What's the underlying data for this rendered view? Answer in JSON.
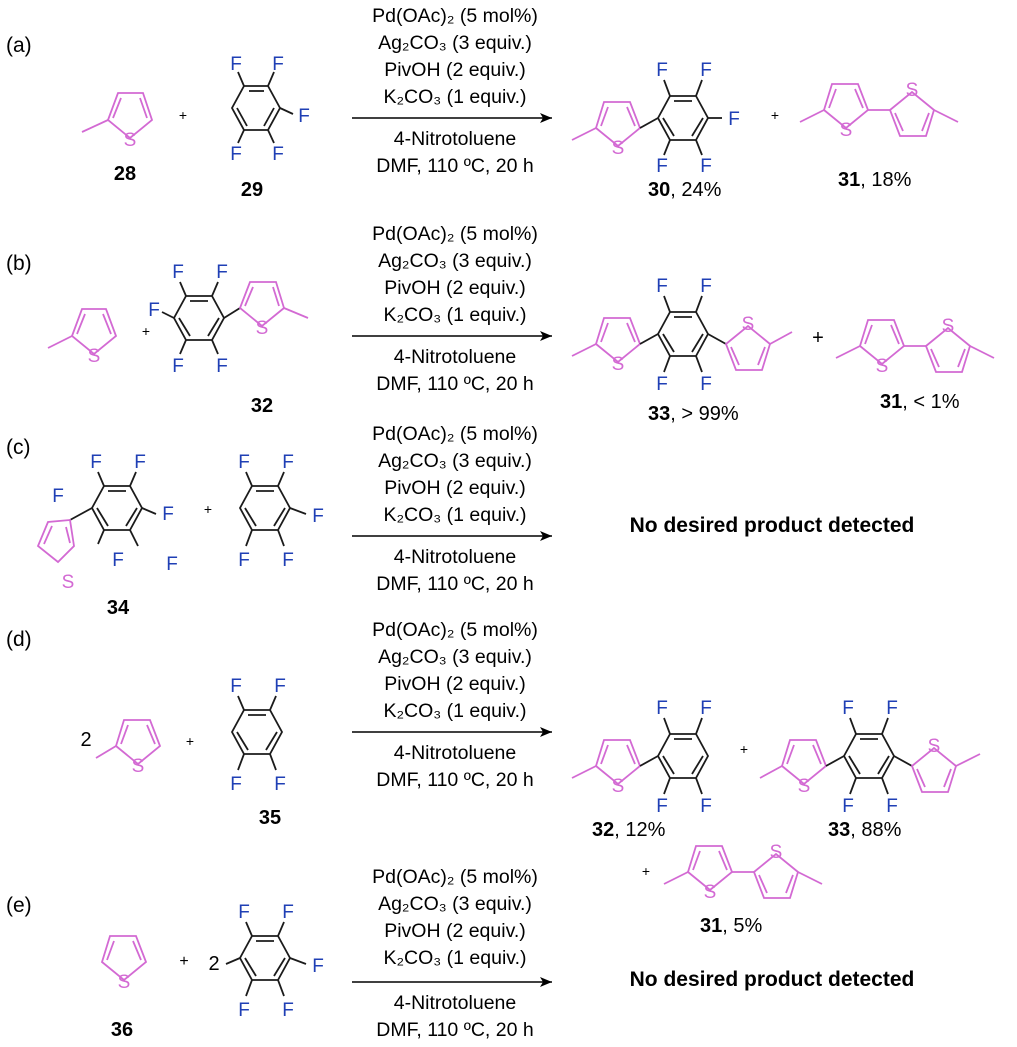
{
  "conditions": {
    "l1": "Pd(OAc)₂ (5 mol%)",
    "l2": "Ag₂CO₃ (3 equiv.)",
    "l3": "PivOH (2 equiv.)",
    "l4": "K₂CO₃ (1 equiv.)",
    "l5": "4-Nitrotoluene",
    "l6": "DMF, 110 ºC, 20 h"
  },
  "atoms": {
    "F": "F",
    "S": "S"
  },
  "plus": "+",
  "panels": [
    {
      "label": "(a)",
      "reactants": [
        "28",
        "29"
      ],
      "coef": [],
      "products": [
        {
          "num": "30",
          "yield": ", 24%"
        },
        {
          "num": "31",
          "yield": ", 18%"
        }
      ]
    },
    {
      "label": "(b)",
      "reactants": [
        "32"
      ],
      "coef": [],
      "products": [
        {
          "num": "33",
          "yield": ", > 99%"
        },
        {
          "num": "31",
          "yield": ", < 1%"
        }
      ]
    },
    {
      "label": "(c)",
      "reactants": [
        "34"
      ],
      "coef": [],
      "result": "No desired product detected"
    },
    {
      "label": "(d)",
      "reactants": [
        "35"
      ],
      "coef": [
        "2"
      ],
      "products": [
        {
          "num": "32",
          "yield": ", 12%"
        },
        {
          "num": "33",
          "yield": ", 88%"
        },
        {
          "num": "31",
          "yield": ", 5%"
        }
      ]
    },
    {
      "label": "(e)",
      "reactants": [
        "36"
      ],
      "coef": [
        "2"
      ],
      "result": "No desired product detected"
    }
  ]
}
